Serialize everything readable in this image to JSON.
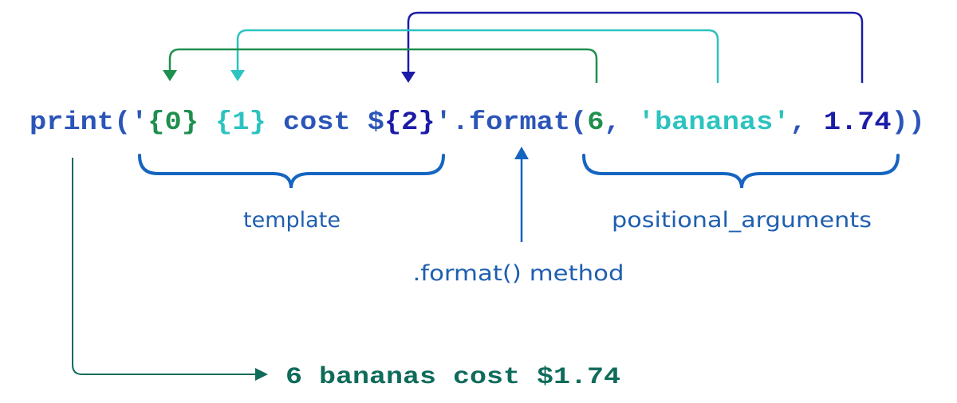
{
  "code_line": {
    "print_open": "print('",
    "placeholder_0": "{0}",
    "space_1": " ",
    "placeholder_1": "{1}",
    "middle_text": " cost $",
    "placeholder_2": "{2}",
    "format_call": "'.format(",
    "arg_0": "6",
    "sep_1": ", ",
    "arg_1": "'bananas'",
    "sep_2": ", ",
    "arg_2": "1.74",
    "close": "))"
  },
  "labels": {
    "template": "template",
    "format_method": ".format() method",
    "positional_arguments": "positional_arguments"
  },
  "output": {
    "text": "6 bananas cost $1.74"
  },
  "colors": {
    "syntax_blue": "#2b55b8",
    "arg0_green": "#1f8f4e",
    "arg1_teal": "#2cc3c0",
    "arg2_navy": "#1b1ba8",
    "brace_blue": "#1565c0",
    "label_blue": "#1f5fb0",
    "output_green": "#0f6b5a"
  }
}
